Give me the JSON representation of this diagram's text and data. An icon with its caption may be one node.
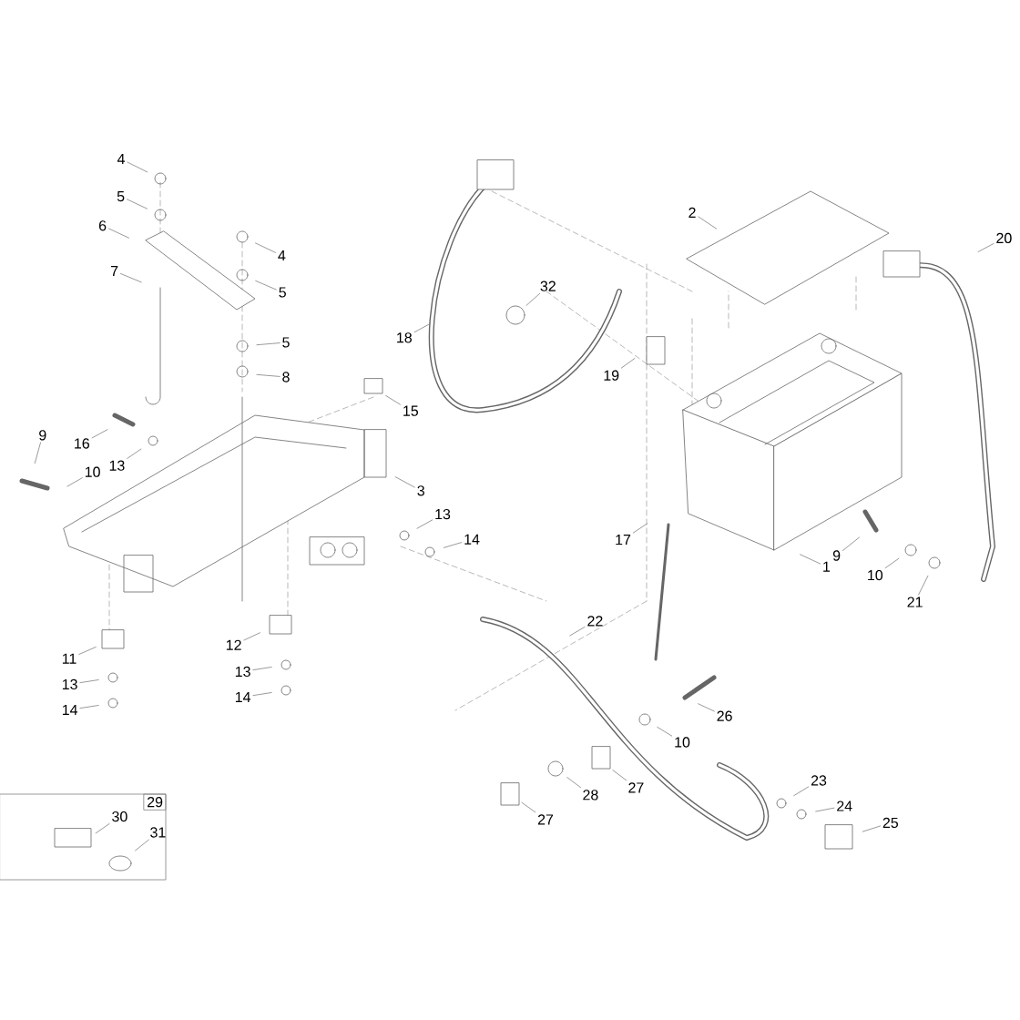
{
  "diagram": {
    "nodes": [
      {
        "text": [
          "4"
        ]
      },
      {
        "text": [
          "5"
        ]
      },
      {
        "text": [
          "6"
        ]
      },
      {
        "text": [
          "4"
        ]
      },
      {
        "text": [
          "5"
        ]
      },
      {
        "text": [
          "7"
        ]
      },
      {
        "text": [
          "5"
        ]
      },
      {
        "text": [
          "8"
        ]
      },
      {
        "text": [
          "2"
        ]
      },
      {
        "text": [
          "20"
        ]
      },
      {
        "text": [
          "32"
        ]
      },
      {
        "text": [
          "18"
        ]
      },
      {
        "text": [
          "19"
        ]
      },
      {
        "text": [
          "15"
        ]
      },
      {
        "text": [
          "16"
        ]
      },
      {
        "text": [
          "13"
        ]
      },
      {
        "text": [
          "9"
        ]
      },
      {
        "text": [
          "10"
        ]
      },
      {
        "text": [
          "3"
        ]
      },
      {
        "text": [
          "17"
        ]
      },
      {
        "text": [
          "13"
        ]
      },
      {
        "text": [
          "14"
        ]
      },
      {
        "text": [
          "9"
        ]
      },
      {
        "text": [
          "1"
        ]
      },
      {
        "text": [
          "10"
        ]
      },
      {
        "text": [
          "21"
        ]
      },
      {
        "text": [
          "22"
        ]
      },
      {
        "text": [
          "12"
        ]
      },
      {
        "text": [
          "11"
        ]
      },
      {
        "text": [
          "13"
        ]
      },
      {
        "text": [
          "13"
        ]
      },
      {
        "text": [
          "14"
        ]
      },
      {
        "text": [
          "14"
        ]
      },
      {
        "text": [
          "26"
        ]
      },
      {
        "text": [
          "10"
        ]
      },
      {
        "text": [
          "29"
        ]
      },
      {
        "text": [
          "30"
        ],
        "in": 35
      },
      {
        "text": [
          "31"
        ],
        "in": 35
      },
      {
        "text": [
          "27"
        ]
      },
      {
        "text": [
          "28"
        ]
      },
      {
        "text": [
          "23"
        ]
      },
      {
        "text": [
          "24"
        ]
      },
      {
        "text": [
          "25"
        ]
      },
      {
        "text": [
          "27"
        ]
      }
    ],
    "edges": [
      {
        "from": 0,
        "to": null,
        "arrow": "none"
      },
      {
        "from": 1,
        "to": null,
        "arrow": "none"
      },
      {
        "from": 2,
        "to": null,
        "arrow": "none"
      },
      {
        "from": 3,
        "to": null,
        "arrow": "none"
      },
      {
        "from": 4,
        "to": null,
        "arrow": "none"
      },
      {
        "from": 5,
        "to": null,
        "arrow": "none"
      },
      {
        "from": 6,
        "to": null,
        "arrow": "none"
      },
      {
        "from": 7,
        "to": null,
        "arrow": "none"
      },
      {
        "from": 8,
        "to": null,
        "arrow": "none"
      },
      {
        "from": 9,
        "to": null,
        "arrow": "none"
      },
      {
        "from": 10,
        "to": null,
        "arrow": "none"
      },
      {
        "from": 11,
        "to": null,
        "arrow": "none"
      },
      {
        "from": 12,
        "to": null,
        "arrow": "none"
      },
      {
        "from": 13,
        "to": null,
        "arrow": "none"
      },
      {
        "from": 14,
        "to": null,
        "arrow": "none"
      },
      {
        "from": 15,
        "to": null,
        "arrow": "none"
      },
      {
        "from": 16,
        "to": null,
        "arrow": "none"
      },
      {
        "from": 17,
        "to": null,
        "arrow": "none"
      },
      {
        "from": 18,
        "to": null,
        "arrow": "none"
      },
      {
        "from": 19,
        "to": null,
        "arrow": "none"
      },
      {
        "from": 20,
        "to": null,
        "arrow": "none"
      },
      {
        "from": 21,
        "to": null,
        "arrow": "none"
      },
      {
        "from": 22,
        "to": null,
        "arrow": "none"
      },
      {
        "from": 23,
        "to": null,
        "arrow": "none"
      },
      {
        "from": 24,
        "to": null,
        "arrow": "none"
      },
      {
        "from": 25,
        "to": null,
        "arrow": "none"
      },
      {
        "from": 26,
        "to": null,
        "arrow": "none"
      },
      {
        "from": 27,
        "to": null,
        "arrow": "none"
      },
      {
        "from": 28,
        "to": null,
        "arrow": "none"
      },
      {
        "from": 29,
        "to": null,
        "arrow": "none"
      },
      {
        "from": 30,
        "to": null,
        "arrow": "none"
      },
      {
        "from": 31,
        "to": null,
        "arrow": "none"
      },
      {
        "from": 32,
        "to": null,
        "arrow": "none"
      },
      {
        "from": 33,
        "to": null,
        "arrow": "none"
      },
      {
        "from": 34,
        "to": null,
        "arrow": "none"
      },
      {
        "from": 36,
        "to": null,
        "arrow": "none"
      },
      {
        "from": 37,
        "to": null,
        "arrow": "none"
      },
      {
        "from": 38,
        "to": null,
        "arrow": "none"
      },
      {
        "from": 39,
        "to": null,
        "arrow": "none"
      },
      {
        "from": 40,
        "to": null,
        "arrow": "none"
      },
      {
        "from": 41,
        "to": null,
        "arrow": "none"
      },
      {
        "from": 42,
        "to": null,
        "arrow": "none"
      },
      {
        "from": 43,
        "to": null,
        "arrow": "none"
      }
    ]
  }
}
